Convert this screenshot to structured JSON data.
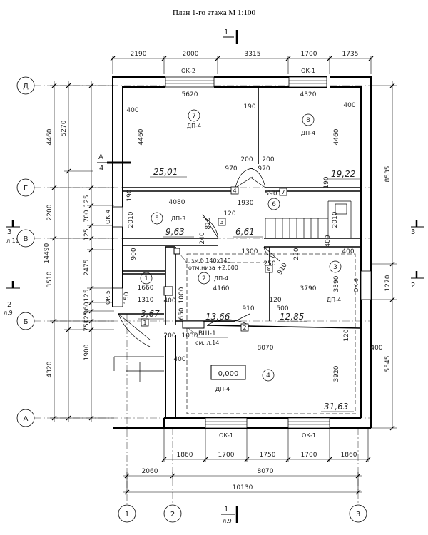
{
  "title": "План 1-го этажа  М 1:100",
  "section_top": {
    "num": "1",
    "sheet": "",
    "num_b": "1",
    "sheet_b": "л.9"
  },
  "section_left_3": {
    "num": "3",
    "sheet": "л.10"
  },
  "section_left_2": {
    "num": "2",
    "sheet": "л.9"
  },
  "section_right_3": {
    "num": "3"
  },
  "section_right_2": {
    "num": "2"
  },
  "section_a4": {
    "num": "А",
    "den": "4"
  },
  "axes_letters": [
    "Д",
    "Г",
    "В",
    "Б",
    "А"
  ],
  "axes_numbers": [
    "1",
    "2",
    "3"
  ],
  "top_dims": [
    "2190",
    "2000",
    "3315",
    "1700",
    "1735"
  ],
  "bottom_dims_1": [
    "1860",
    "1700",
    "1750",
    "1700",
    "1860"
  ],
  "bottom_dims_2": [
    "2060",
    "8070"
  ],
  "bottom_dims_3": [
    "10130"
  ],
  "left_dims_1": [
    "4460",
    "2200",
    "3510",
    "4320"
  ],
  "left_dims_2": [
    "5270",
    "125",
    "700",
    "125",
    "2475",
    "125",
    "960",
    "125",
    "750",
    "1900"
  ],
  "left_total": "14490",
  "right_dims": [
    "8535",
    "1270",
    "5545"
  ],
  "windows": {
    "ok1_top": "ОК-1",
    "ok2_top": "ОК-2",
    "ok1_b1": "ОК-1",
    "ok1_b2": "ОК-1",
    "ok4": "ОК-4",
    "ok5": "ОК-5",
    "ok6": "ОК-6"
  },
  "rooms": [
    {
      "num": "7",
      "floor": "ДП-4",
      "area": "25,01"
    },
    {
      "num": "8",
      "floor": "ДП-4",
      "area": "19,22"
    },
    {
      "num": "5",
      "floor": "ДП-3",
      "area": "9,63"
    },
    {
      "num": "6",
      "floor": "",
      "area": "6,61"
    },
    {
      "num": "1",
      "floor": "",
      "area": "3,67"
    },
    {
      "num": "2",
      "floor": "ДП-4",
      "area": "13,66"
    },
    {
      "num": "3",
      "floor": "ДП-4",
      "area": "12,85"
    },
    {
      "num": "4",
      "floor": "ДП-4",
      "area": "31,63"
    }
  ],
  "inner_dims": [
    "5620",
    "4320",
    "400",
    "400",
    "190",
    "4460",
    "4460",
    "200",
    "200",
    "970",
    "970",
    "190",
    "4080",
    "1930",
    "590",
    "190",
    "2010",
    "2010",
    "120",
    "810",
    "240",
    "1300",
    "250",
    "250",
    "400",
    "910",
    "900",
    "1660",
    "1310",
    "400",
    "1000",
    "4160",
    "120",
    "3790",
    "3390",
    "650",
    "910",
    "500",
    "1030",
    "200",
    "8070",
    "400",
    "120",
    "400",
    "3920",
    "400",
    "150"
  ],
  "markers": [
    "4",
    "7",
    "3",
    "8",
    "1",
    "2"
  ],
  "notes": {
    "beam": "зм.б 140х140",
    "beam_elev": "отм.низа +2,600",
    "vsh": "ВШ-1",
    "vsh_ref": "см. л.14",
    "zero": "0,000"
  }
}
